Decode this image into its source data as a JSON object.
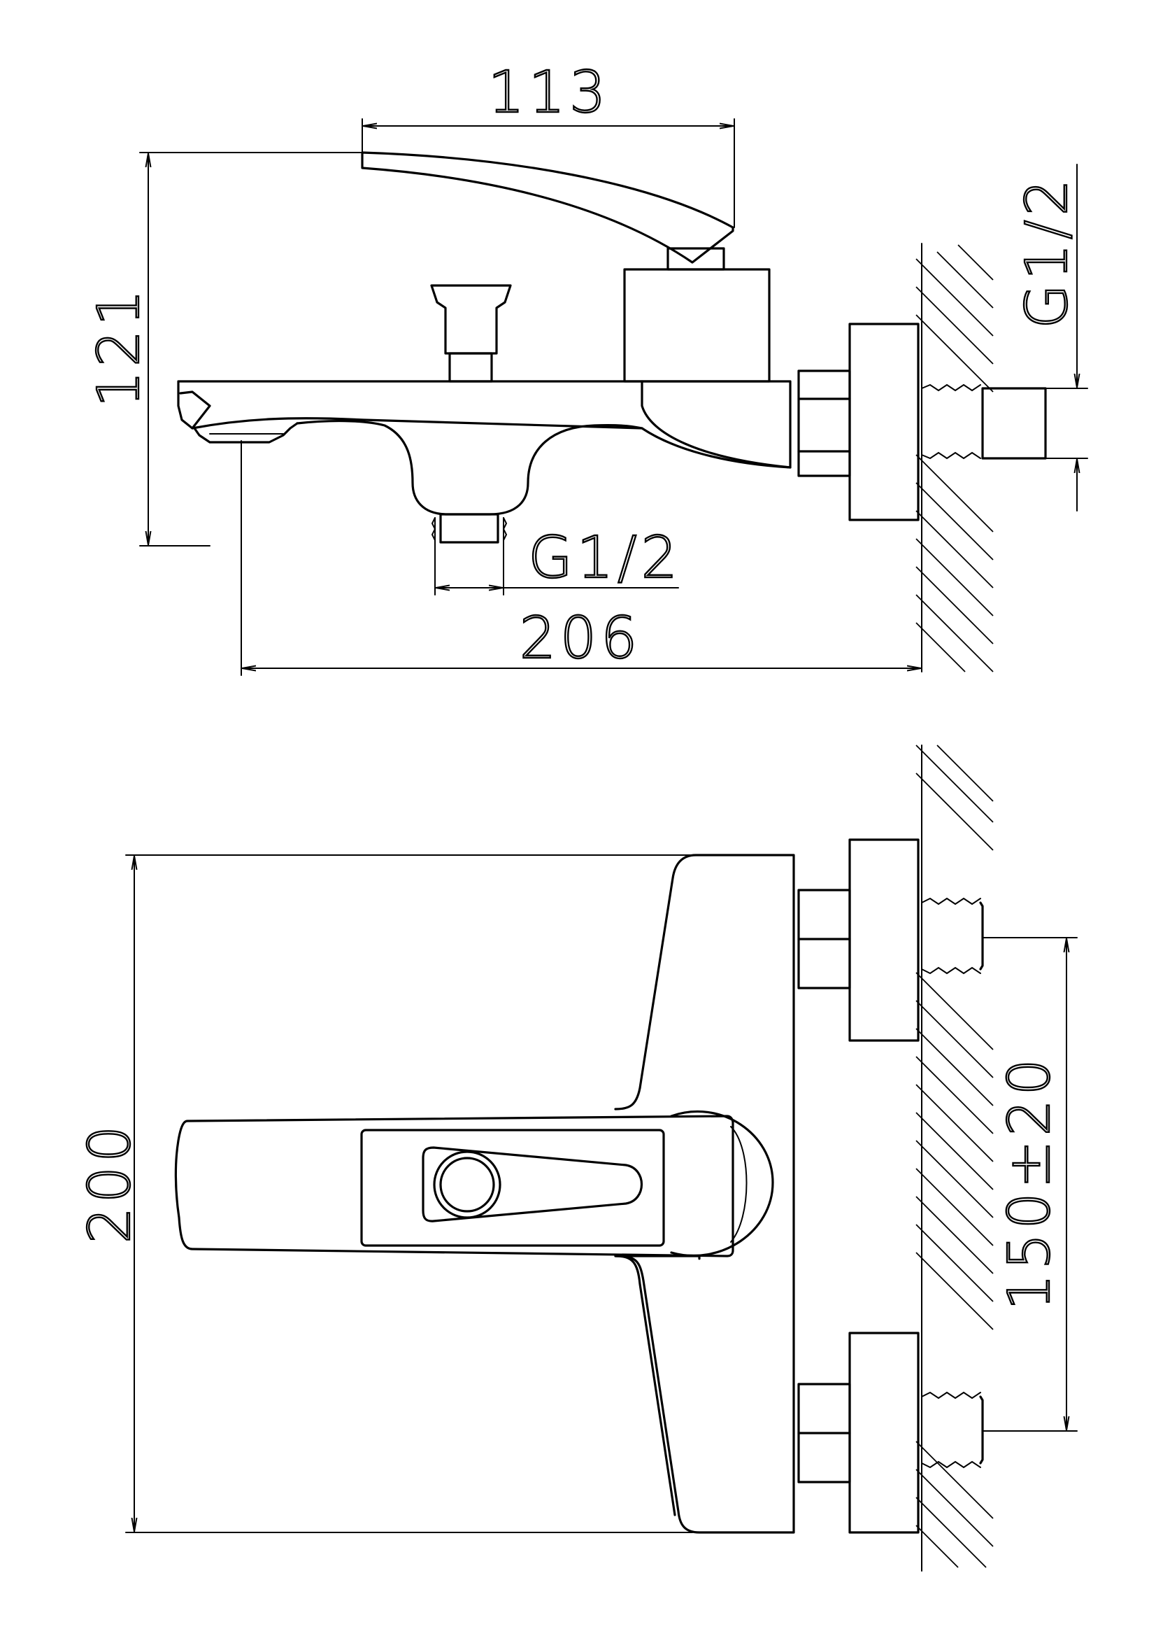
{
  "dimensions": {
    "lever_reach": "113",
    "total_height": "121",
    "outlet_thread_side": "G1/2",
    "shower_outlet_thread": "G1/2",
    "total_depth": "206",
    "total_width": "200",
    "inlet_centres": "150±20"
  },
  "colors": {
    "line": "#000000",
    "background": "#ffffff"
  }
}
